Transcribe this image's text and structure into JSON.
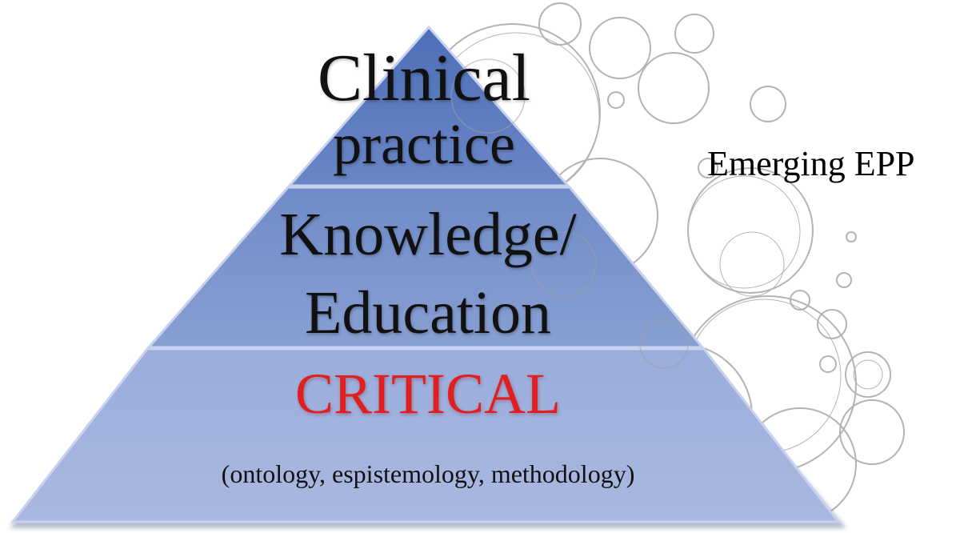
{
  "colors": {
    "tier_top": "#5a7bc3",
    "tier_middle": "#6f8cc7",
    "tier_bottom": "#9aaedc",
    "critical_text": "#e02020",
    "sketch": "#8a8a8a"
  },
  "pyramid": {
    "tiers": [
      {
        "line1": "Clinical",
        "line2": "practice"
      },
      {
        "line1": "Knowledge/",
        "line2": "Education"
      },
      {
        "title": "CRITICAL",
        "subtitle": "(ontology, espistemology, methodology)"
      }
    ]
  },
  "side_label": "Emerging EPP"
}
